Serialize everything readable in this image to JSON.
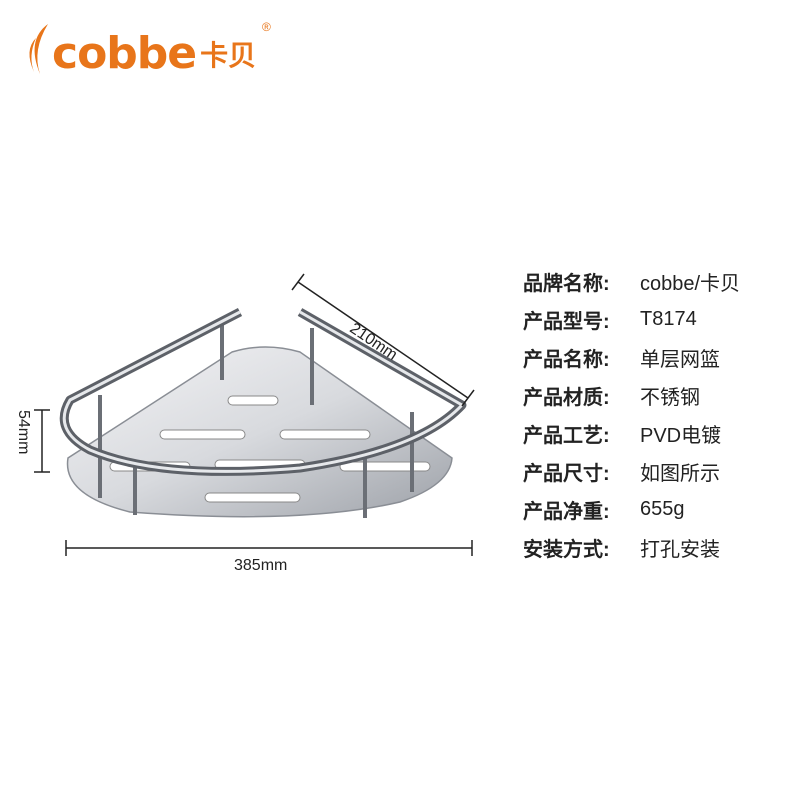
{
  "brand": {
    "logo_text": "cobbe",
    "logo_cn": "卡贝",
    "registered_mark": "®",
    "color": "#e8751a"
  },
  "dimensions": {
    "depth": "210mm",
    "height": "54mm",
    "width": "385mm"
  },
  "specs": [
    {
      "label": "品牌名称:",
      "value": "cobbe/卡贝"
    },
    {
      "label": "产品型号:",
      "value": "T8174"
    },
    {
      "label": "产品名称:",
      "value": "单层网篮"
    },
    {
      "label": "产品材质:",
      "value": "不锈钢"
    },
    {
      "label": "产品工艺:",
      "value": "PVD电镀"
    },
    {
      "label": "产品尺寸:",
      "value": "如图所示"
    },
    {
      "label": "产品净重:",
      "value": "655g"
    },
    {
      "label": "安装方式:",
      "value": "打孔安装"
    }
  ]
}
